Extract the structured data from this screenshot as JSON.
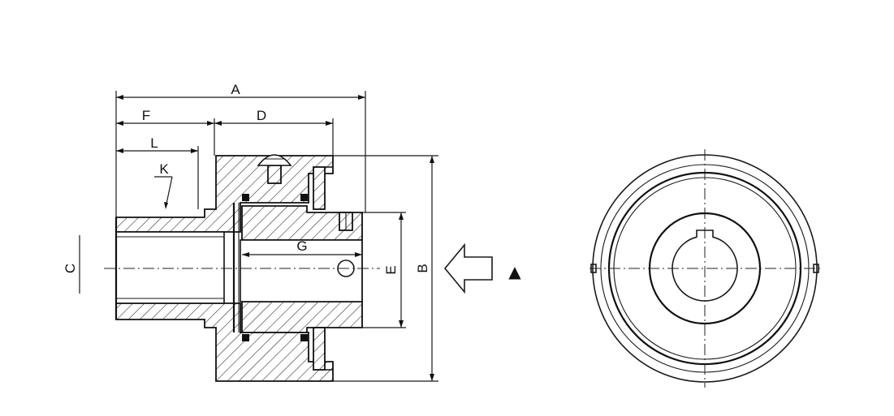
{
  "dimension_labels": {
    "A": "A",
    "B": "B",
    "C": "C",
    "D": "D",
    "E": "E",
    "F": "F",
    "G": "G",
    "K": "K",
    "L": "L"
  },
  "symbols": {
    "direction_marker": "▲"
  },
  "colors": {
    "line": "#111111",
    "background": "#ffffff"
  }
}
